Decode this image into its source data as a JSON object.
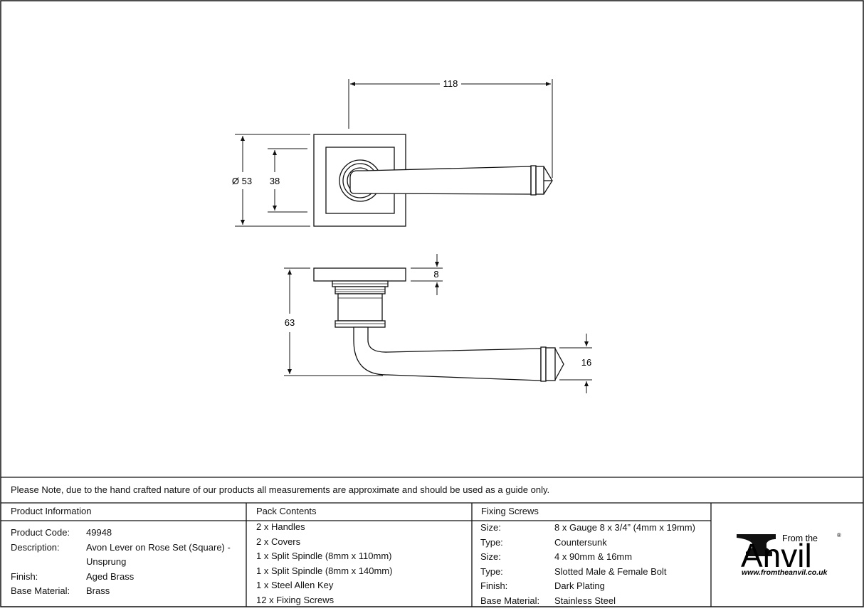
{
  "dimensions": {
    "width_118": "118",
    "diameter_53": "Ø 53",
    "inner_38": "38",
    "rose_8": "8",
    "projection_63": "63",
    "grip_16": "16"
  },
  "note": "Please Note, due to the hand crafted nature of our products all measurements are approximate and should be used as a guide only.",
  "product_info": {
    "heading": "Product Information",
    "rows": [
      {
        "label": "Product Code:",
        "value": "49948"
      },
      {
        "label": "Description:",
        "value": "Avon Lever on Rose Set (Square) -"
      },
      {
        "label": "",
        "value": "Unsprung"
      },
      {
        "label": "Finish:",
        "value": "Aged Brass"
      },
      {
        "label": "Base Material:",
        "value": "Brass"
      }
    ]
  },
  "pack_contents": {
    "heading": "Pack Contents",
    "items": [
      "2 x Handles",
      "2 x Covers",
      "1 x Split Spindle (8mm x 110mm)",
      "1 x Split Spindle (8mm x 140mm)",
      "1 x Steel Allen Key",
      "12 x Fixing Screws"
    ]
  },
  "fixing_screws": {
    "heading": "Fixing Screws",
    "rows": [
      {
        "label": "Size:",
        "value": "8 x Gauge 8 x 3/4” (4mm x 19mm)"
      },
      {
        "label": "Type:",
        "value": "Countersunk"
      },
      {
        "label": "Size:",
        "value": "4 x 90mm & 16mm"
      },
      {
        "label": "Type:",
        "value": "Slotted Male & Female Bolt"
      },
      {
        "label": "Finish:",
        "value": "Dark Plating"
      },
      {
        "label": "Base Material:",
        "value": "Stainless Steel"
      }
    ]
  },
  "logo": {
    "from_the": "From the",
    "brand": "Anvil",
    "registered": "®",
    "url": "www.fromtheanvil.co.uk"
  }
}
